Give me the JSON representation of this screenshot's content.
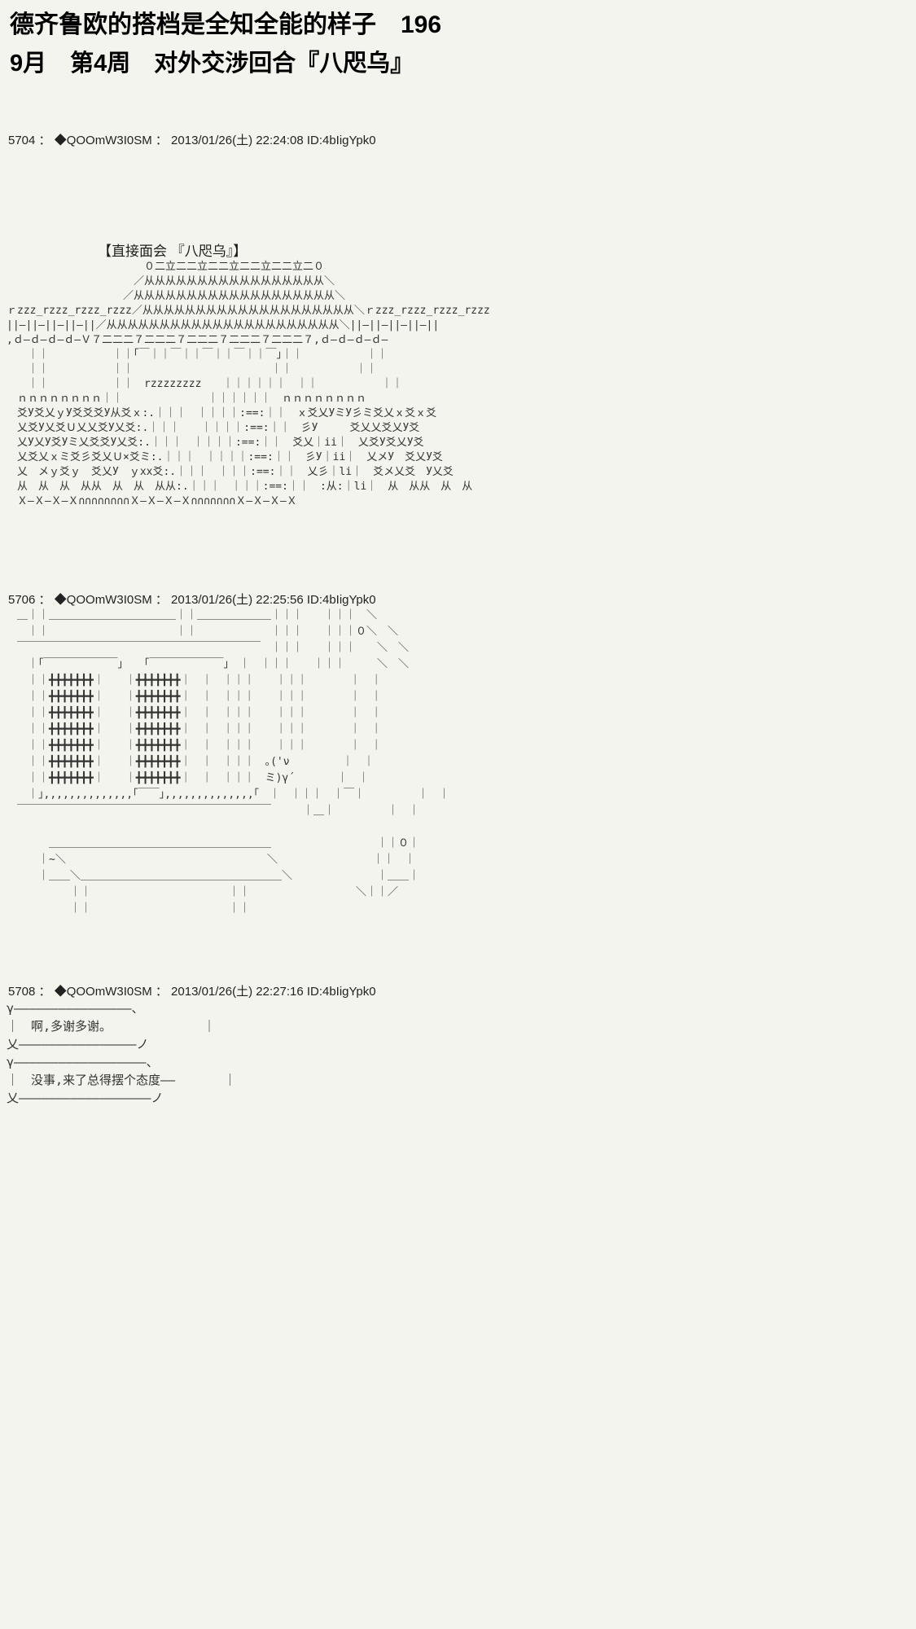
{
  "colors": {
    "page_background": "#f4f4ee",
    "title_text": "#000000",
    "body_text": "#1c1c1c",
    "aa_text": "#333333"
  },
  "header": {
    "title": "德齐鲁欧的搭档是全知全能的样子　196",
    "subtitle": "9月　第4周　对外交涉回合『八咫乌』"
  },
  "posts": [
    {
      "number": "5704",
      "tripcode": "◆QOOmW3I0SM",
      "datetime": "2013/01/26(土) 22:24:08",
      "poster_id": "ID:4bIigYpk0",
      "header": "5704 ： ◆QOOmW3I0SM ： 2013/01/26(土) 22:24:08 ID:4bIigYpk0",
      "intro": "【直接面会 『八咫乌』】",
      "aa": [
        "　　　　　　　　　　　　　０二立二二立二二立二二立二二立二０",
        "　　　　　　　　　　　　／从从从从从从从从从从从从从从从从从＼",
        "　　　　　　　　　　　／从从从从从从从从从从从从从从从从从从从＼",
        "ｒzzz_rzzz_rzzz_rzzz／从从从从从从从从从从从从从从从从从从从从＼ｒzzz_rzzz_rzzz_rzzz",
        "||—||—||—||—||／从从从从从从从从从从从从从从从从从从从从从从＼||—||—||—||—||",
        ",ｄ—ｄ—ｄ—ｄ—Ｖ７二二二７二二二７二二二７二二二７二二二７,ｄ—ｄ—ｄ—ｄ—",
        "　　｜｜　　　　　　｜｜｢￣｜｜￣｜｜￣｜｜￣｜｜￣｣｜｜　　　　　　｜｜",
        "　　｜｜　　　　　　｜｜　　　　　　　　　　　　　｜｜　　　　　　｜｜",
        "　　｜｜　　　　　　｜｜　rzzzzzzzz　　｜｜｜｜｜｜　｜｜　　　　　　｜｜",
        "　ｎｎｎｎｎｎｎｎ｜｜　　　　　　　　｜｜｜｜｜｜　ｎｎｎｎｎｎｎｎ",
        "　爻У爻乂ｙУ爻爻爻У从爻ｘ:.｜｜｜　｜｜｜｜:==:｜｜　ｘ爻乂УミУ彡ミ爻乂ｘ爻ｘ爻",
        "　乂爻У乂爻Ｕ乂乂爻У乂爻:.｜｜｜　　｜｜｜｜:==:｜｜　彡У　　　爻乂乂爻乂У爻",
        "　乂У乂У爻Уミ乂爻爻У乂爻:.｜｜｜　｜｜｜｜:==:｜｜　爻乂｜ii｜　乂爻У爻乂У爻",
        "　乂爻乂ｘミ爻彡爻乂Ｕ×爻ミ:.｜｜｜　｜｜｜｜:==:｜｜　彡У｜ii｜　乂メУ　爻乂У爻",
        "　乂　メｙ爻ｙ　爻乂У　ｙxx爻:.｜｜｜　｜｜｜:==:｜｜　乂彡｜li｜　爻メ乂爻　У乂爻",
        "　从　从　从　从从　从　从　从从:.｜｜｜　｜｜｜:==:｜｜　:从:｜li｜　从　从从　从　从",
        "　Ｘ―Ｘ―Ｘ―Ｘ∩∩∩∩∩∩∩∩Ｘ―Ｘ―Ｘ―Ｘ∩∩∩∩∩∩∩Ｘ―Ｘ―Ｘ―Ｘ"
      ]
    },
    {
      "number": "5706",
      "tripcode": "◆QOOmW3I0SM",
      "datetime": "2013/01/26(土) 22:25:56",
      "poster_id": "ID:4bIigYpk0",
      "header": "5706 ： ◆QOOmW3I0SM ： 2013/01/26(土) 22:25:56 ID:4bIigYpk0",
      "aa": [
        "　＿｜｜＿＿＿＿＿＿＿＿＿＿＿＿｜｜＿＿＿＿＿＿＿｜｜｜　　｜｜｜　＼",
        "　　｜｜　　　　　　　　　　　　｜｜　　　　　　　｜｜｜　　｜｜｜０＼　＼",
        "　￣￣￣￣￣￣￣￣￣￣￣￣￣￣￣￣￣￣￣￣￣￣￣　｜｜｜　　｜｜｜　　＼　＼",
        "　　｜｢￣￣￣￣￣￣￣｣　　｢￣￣￣￣￣￣￣｣　｜　｜｜｜　　｜｜｜　　　＼　＼",
        "　　｜｜╋╋╋╋╋╋╋｜　　｜╋╋╋╋╋╋╋｜　｜　｜｜｜　　｜｜｜　　　　｜　｜",
        "　　｜｜╋╋╋╋╋╋╋｜　　｜╋╋╋╋╋╋╋｜　｜　｜｜｜　　｜｜｜　　　　｜　｜",
        "　　｜｜╋╋╋╋╋╋╋｜　　｜╋╋╋╋╋╋╋｜　｜　｜｜｜　　｜｜｜　　　　｜　｜",
        "　　｜｜╋╋╋╋╋╋╋｜　　｜╋╋╋╋╋╋╋｜　｜　｜｜｜　　｜｜｜　　　　｜　｜",
        "　　｜｜╋╋╋╋╋╋╋｜　　｜╋╋╋╋╋╋╋｜　｜　｜｜｜　　｜｜｜　　　　｜　｜",
        "　　｜｜╋╋╋╋╋╋╋｜　　｜╋╋╋╋╋╋╋｜　｜　｜｜｜　｡('ν　　　　　｜　｜",
        "　　｜｜╋╋╋╋╋╋╋｜　　｜╋╋╋╋╋╋╋｜　｜　｜｜｜　ミ)γ´　　　　｜　｜",
        "　　｜｣,,,,,,,,,,,,,,｢￣￣｣,,,,,,,,,,,,,,｢　｜　｜｜｜　｜￣｜　　　　　｜　｜",
        "　￣￣￣￣￣￣￣￣￣￣￣￣￣￣￣￣￣￣￣￣￣￣￣￣　　　｜＿｜　　　　　｜　｜",
        "",
        "　　　　＿＿＿＿＿＿＿＿＿＿＿＿＿＿＿＿＿＿＿＿＿　　　　　　　　　　｜｜０｜",
        "　　　｜~＼　　　　　　　　　　　　　　　　　　　＼　　　　　　　　　｜｜　｜",
        "　　　｜＿＿＼＿＿＿＿＿＿＿＿＿＿＿＿＿＿＿＿＿＿＿＼　　　　　　　　｜＿＿｜",
        "　　　　　　｜｜　　　　　　　　　　　　　｜｜　　　　　　　　　　＼｜｜／",
        "　　　　　　｜｜　　　　　　　　　　　　　｜｜"
      ]
    },
    {
      "number": "5708",
      "tripcode": "◆QOOmW3I0SM",
      "datetime": "2013/01/26(土) 22:27:16",
      "poster_id": "ID:4bIigYpk0",
      "header": "5708 ： ◆QOOmW3I0SM ： 2013/01/26(土) 22:27:16 ID:4bIigYpk0",
      "bubbles": [
        {
          "text": "啊,多谢多谢。",
          "aa": [
            "γ――――――――――――――――、",
            "｜　啊,多谢多谢。　　　　　　　　｜",
            "乂――――――――――――――――ノ"
          ]
        },
        {
          "text": "没事,来了总得摆个态度――",
          "aa": [
            "γ――――――――――――――――――、",
            "｜　没事,来了总得摆个态度――　　　　｜",
            "乂――――――――――――――――――ノ"
          ]
        }
      ]
    }
  ]
}
